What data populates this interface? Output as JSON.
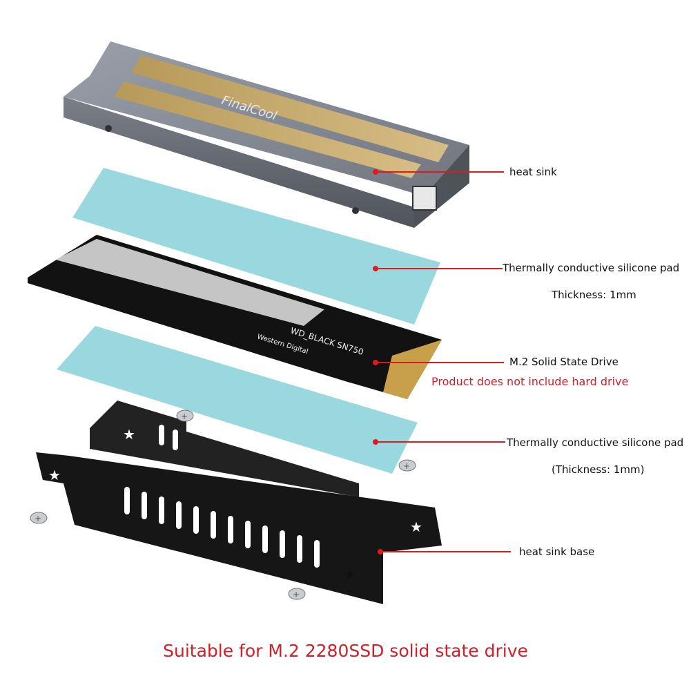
{
  "brand_logo_text": "FinalCool",
  "ssd_label": {
    "model_line": "WD_BLACK SN750",
    "maker": "Western Digital"
  },
  "callouts": {
    "heat_sink": "heat sink",
    "pad_top": "Thermally conductive silicone pad",
    "pad_top_thickness": "Thickness: 1mm",
    "ssd": "M.2 Solid State Drive",
    "ssd_note": "Product does not include hard drive",
    "pad_bottom": "Thermally conductive silicone pad",
    "pad_bottom_thickness": "(Thickness: 1mm)",
    "base": "heat sink base"
  },
  "caption": "Suitable for M.2 2280SSD solid state drive",
  "colors": {
    "accent": "#e01a1a",
    "heatsink": "#8a8f98",
    "pad": "#9ad8e0",
    "base": "#1a1a1a"
  }
}
